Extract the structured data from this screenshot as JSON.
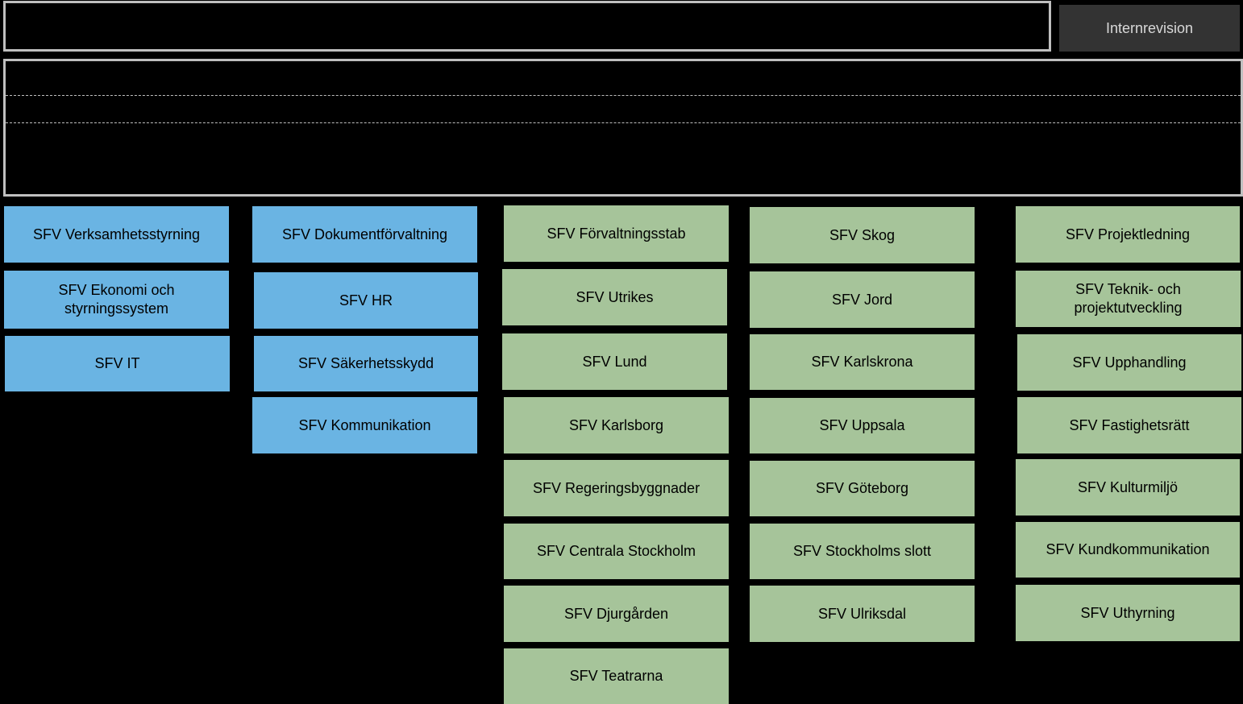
{
  "colors": {
    "background": "#000000",
    "frame_border": "#bfbfbf",
    "staff_unit": "#6ab4e3",
    "line_unit": "#a6c49a",
    "audit": "#333333"
  },
  "internal_audit": {
    "label": "Internrevision"
  },
  "columns": [
    {
      "units": [
        "SFV Verksamhetsstyrning",
        "SFV Ekonomi och styrningssystem",
        "SFV IT"
      ]
    },
    {
      "units": [
        "SFV Dokumentförvaltning",
        "SFV HR",
        "SFV Säkerhetsskydd",
        "SFV Kommunikation"
      ]
    },
    {
      "units": [
        "SFV Förvaltningsstab",
        "SFV Utrikes",
        "SFV Lund",
        "SFV Karlsborg",
        "SFV Regeringsbyggnader",
        "SFV Centrala Stockholm",
        "SFV Djurgården",
        "SFV Teatrarna"
      ]
    },
    {
      "units": [
        "SFV Skog",
        "SFV Jord",
        "SFV Karlskrona",
        "SFV Uppsala",
        "SFV Göteborg",
        "SFV Stockholms slott",
        "SFV Ulriksdal"
      ]
    },
    {
      "units": [
        "SFV Projektledning",
        "SFV Teknik- och projektutveckling",
        "SFV Upphandling",
        "SFV Fastighetsrätt",
        "SFV Kulturmiljö",
        "SFV Kundkommunikation",
        "SFV Uthyrning"
      ]
    }
  ]
}
